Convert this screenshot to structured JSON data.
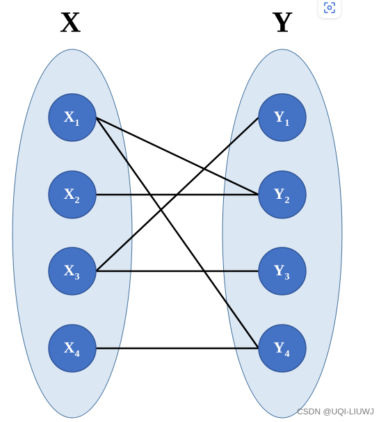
{
  "sets": [
    {
      "id": "X",
      "title": "X",
      "nodes": [
        {
          "id": "X1",
          "base": "X",
          "sub": "1"
        },
        {
          "id": "X2",
          "base": "X",
          "sub": "2"
        },
        {
          "id": "X3",
          "base": "X",
          "sub": "3"
        },
        {
          "id": "X4",
          "base": "X",
          "sub": "4"
        }
      ]
    },
    {
      "id": "Y",
      "title": "Y",
      "nodes": [
        {
          "id": "Y1",
          "base": "Y",
          "sub": "1"
        },
        {
          "id": "Y2",
          "base": "Y",
          "sub": "2"
        },
        {
          "id": "Y3",
          "base": "Y",
          "sub": "3"
        },
        {
          "id": "Y4",
          "base": "Y",
          "sub": "4"
        }
      ]
    }
  ],
  "edges": [
    {
      "from": "X1",
      "to": "Y2"
    },
    {
      "from": "X1",
      "to": "Y4"
    },
    {
      "from": "X2",
      "to": "Y2"
    },
    {
      "from": "X3",
      "to": "Y1"
    },
    {
      "from": "X3",
      "to": "Y3"
    },
    {
      "from": "X4",
      "to": "Y4"
    }
  ],
  "colors": {
    "ellipse_fill": "#dce7f4",
    "ellipse_stroke": "#3f6e9a",
    "node_fill": "#4472c4",
    "node_stroke": "#2f5597",
    "edge": "#000000"
  },
  "lens_icon": "lens-icon",
  "watermark": "CSDN @UQI-LIUWJ"
}
